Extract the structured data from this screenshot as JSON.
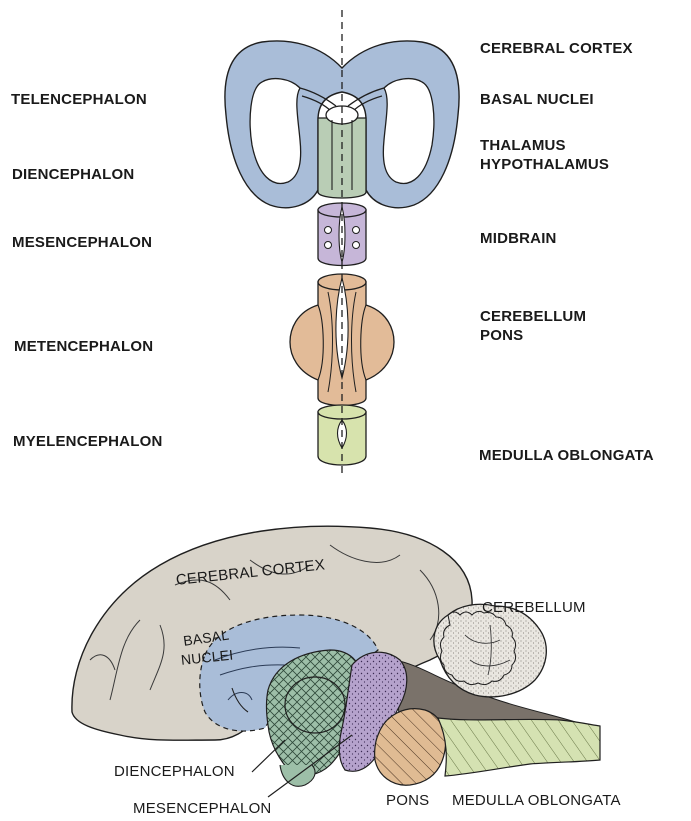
{
  "top_diagram": {
    "left_labels": {
      "telencephalon": "TELENCEPHALON",
      "diencephalon": "DIENCEPHALON",
      "mesencephalon": "MESENCEPHALON",
      "metencephalon": "METENCEPHALON",
      "myelencephalon": "MYELENCEPHALON"
    },
    "right_labels": {
      "cerebral_cortex": "CEREBRAL  CORTEX",
      "basal_nuclei": "BASAL NUCLEI",
      "thalamus": "THALAMUS",
      "hypothalamus": "HYPOTHALAMUS",
      "midbrain": "MIDBRAIN",
      "cerebellum": "CEREBELLUM",
      "pons": "PONS",
      "medulla": "MEDULLA  OBLONGATA"
    },
    "colors": {
      "telencephalon": "#a9bdd8",
      "diencephalon": "#b9cdb5",
      "mesencephalon": "#c6b6d8",
      "metencephalon": "#e2bb98",
      "myelencephalon": "#d7e3ad"
    }
  },
  "bottom_diagram": {
    "labels": {
      "cerebral_cortex": "CEREBRAL  CORTEX",
      "cerebellum": "CEREBELLUM",
      "basal": "BASAL",
      "nuclei": "NUCLEI",
      "diencephalon": "DIENCEPHALON",
      "mesencephalon": "MESENCEPHALON",
      "pons": "PONS",
      "medulla": "MEDULLA  OBLONGATA"
    },
    "colors": {
      "cortex": "#d8d3c9",
      "basal_nuclei": "#a9bdd8",
      "diencephalon": "#9dbfa8",
      "mesencephalon": "#b5a2cc",
      "pons": "#e0bb93",
      "medulla": "#d5e2b2",
      "cerebellum": "#e9e6e0"
    }
  }
}
